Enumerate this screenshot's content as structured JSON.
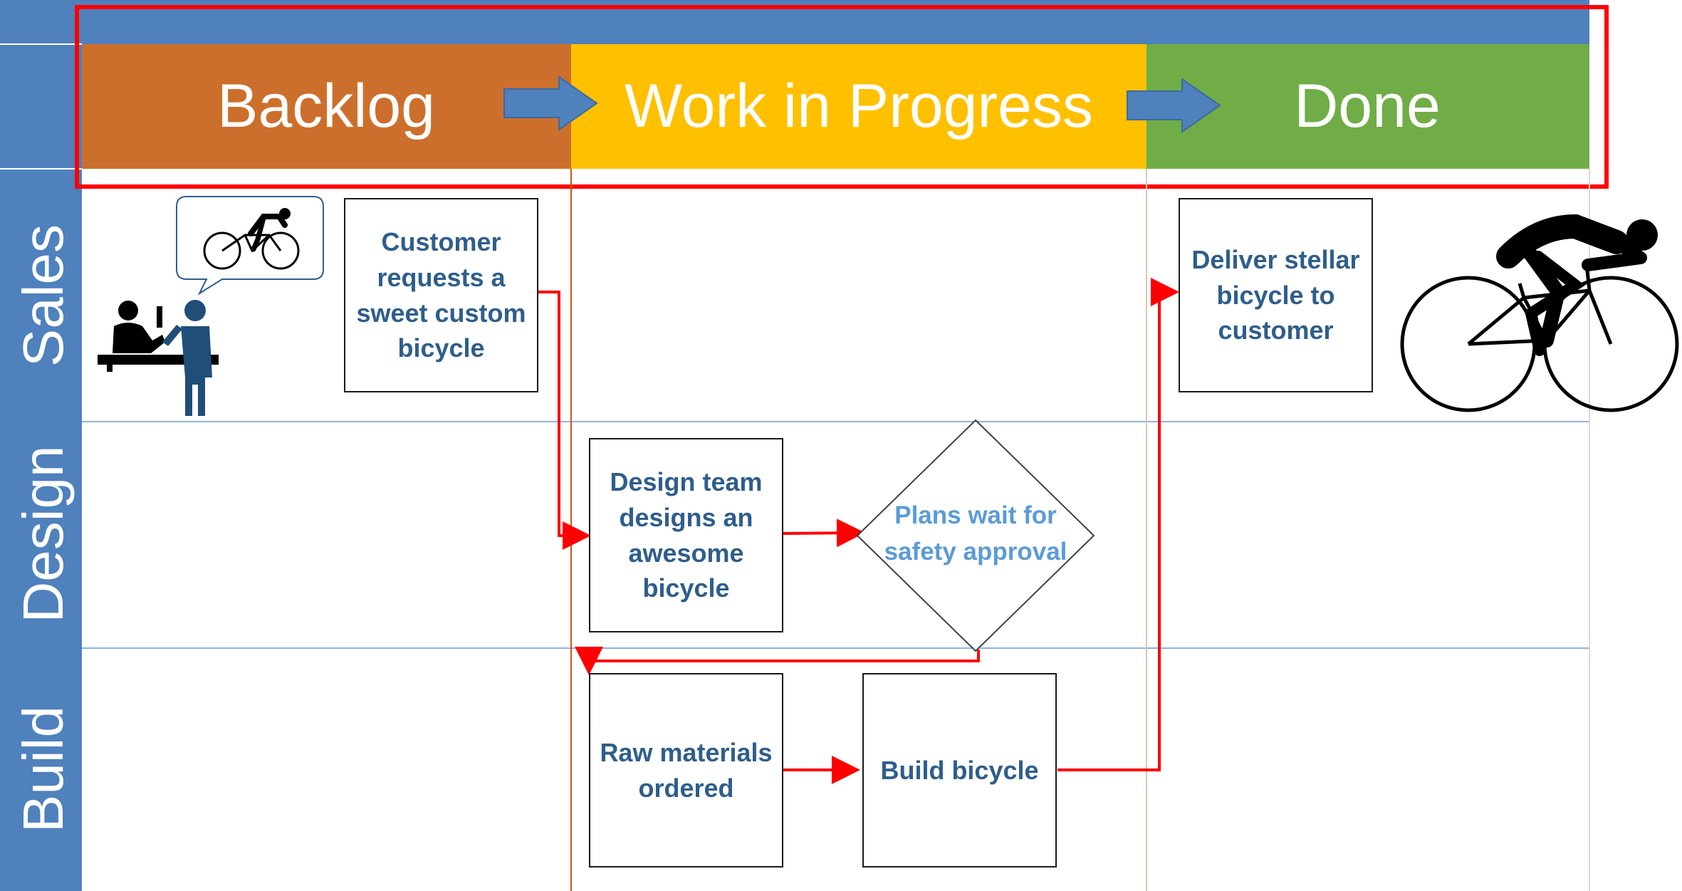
{
  "columns": [
    {
      "label": "Backlog",
      "color": "#cd6f2c"
    },
    {
      "label": "Work in Progress",
      "color": "#ffc000"
    },
    {
      "label": "Done",
      "color": "#70ad47"
    }
  ],
  "lanes": [
    {
      "label": "Sales"
    },
    {
      "label": "Design"
    },
    {
      "label": "Build"
    }
  ],
  "cards": {
    "customer_request": "Customer requests a sweet custom bicycle",
    "design_team": "Design team designs an awesome bicycle",
    "safety_approval": "Plans wait for safety approval",
    "raw_materials": "Raw materials ordered",
    "build_bicycle": "Build bicycle",
    "deliver": "Deliver stellar bicycle to customer"
  },
  "colors": {
    "frame_blue": "#4f81bd",
    "lane_line": "#8db3e2",
    "card_text": "#2e5e8c",
    "diamond_text": "#5b9bd5",
    "flow_arrow": "#ff0000",
    "highlight": "#ff0000",
    "header_arrow": "#4f81bd"
  },
  "icons": [
    "salesperson-customer-icon",
    "speech-bubble-bicycle-icon",
    "cyclist-icon"
  ]
}
